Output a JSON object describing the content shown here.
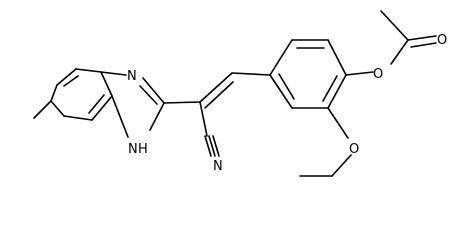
{
  "structure": {
    "atom_labels": {
      "nitrogen_imine": "N",
      "nitrogen_nh": "N",
      "hydrogen_nh": "H",
      "nitrogen_nitrile": "N",
      "oxygen_ester": "O",
      "oxygen_carbonyl": "O",
      "oxygen_ether": "O"
    }
  }
}
